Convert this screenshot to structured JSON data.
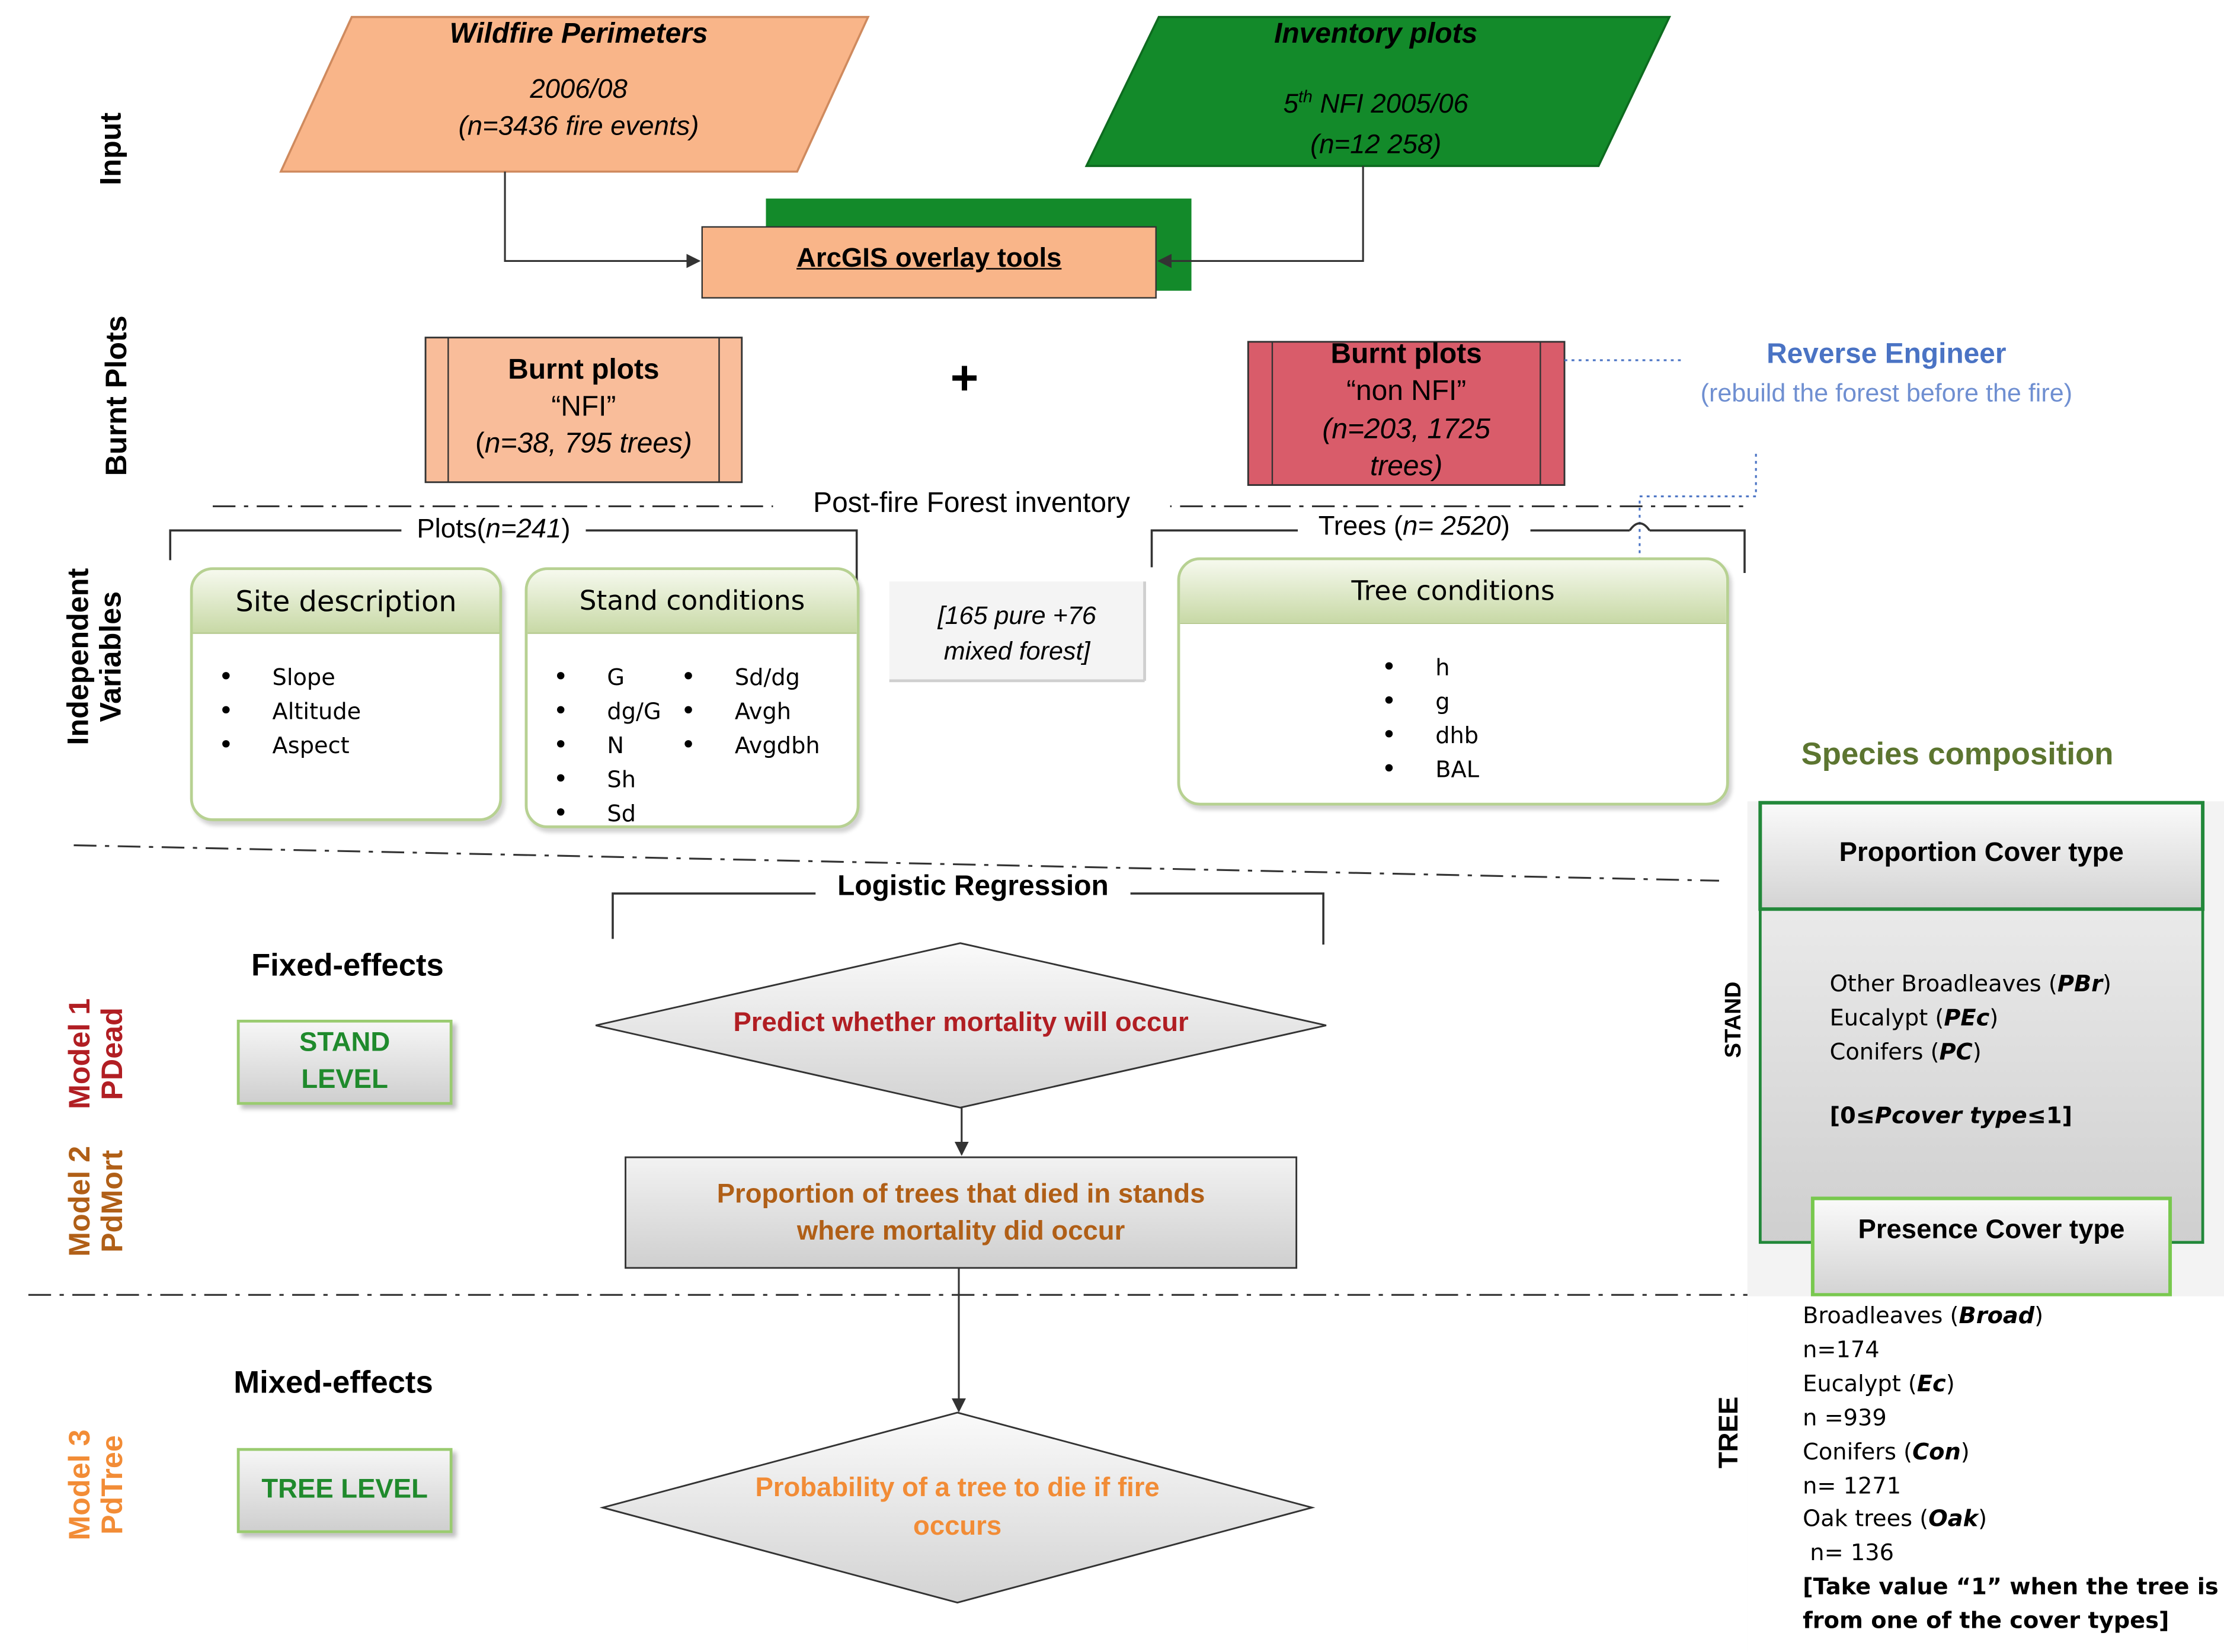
{
  "input": {
    "section_label": "Input",
    "wildfire": {
      "title": "Wildfire Perimeters",
      "line1": "2006/08",
      "line2": "(n=3436 fire events)"
    },
    "inventory": {
      "title": "Inventory plots",
      "line1_num": "5",
      "line1_sup": "th",
      "line1_rest": " NFI 2005/06",
      "line2": "(n=12 258)"
    },
    "tool": "ArcGIS overlay tools"
  },
  "burnt": {
    "section_label": "Burnt Plots",
    "nfi": {
      "title": "Burnt plots",
      "sub": "“NFI”",
      "detail_pre": "(",
      "detail_n": "n",
      "detail_post": "=38, 795 trees)"
    },
    "plus": "+",
    "non_nfi": {
      "title": "Burnt plots",
      "sub": "“non NFI”",
      "detail_line1": "(n=203, 1725",
      "detail_line2": "trees)"
    },
    "reverse": {
      "title": "Reverse Engineer",
      "subtitle": "(rebuild the forest before the fire)"
    }
  },
  "independent": {
    "section_label_1": "Independent",
    "section_label_2": "Variables",
    "divider_label": "Post-fire Forest inventory",
    "plots_label_pre": "Plots(",
    "plots_label_n": "n=241",
    "plots_label_post": ")",
    "trees_label_pre": "Trees (",
    "trees_label_n": "n= 2520",
    "trees_label_post": ")",
    "site": {
      "title": "Site description",
      "items": [
        "Slope",
        "Altitude",
        "Aspect"
      ]
    },
    "stand": {
      "title": "Stand conditions",
      "col1": [
        "G",
        "dg/G",
        "N",
        "Sh",
        "Sd"
      ],
      "col2": [
        "Sd/dg",
        "Avgh",
        "Avgdbh"
      ]
    },
    "mixed_note_line1": "[165 pure +76",
    "mixed_note_line2": "mixed forest]",
    "tree": {
      "title": "Tree conditions",
      "items": [
        "h",
        "g",
        "dhb",
        "BAL"
      ]
    }
  },
  "species": {
    "title": "Species composition",
    "proportion": {
      "title": "Proportion Cover type",
      "items": [
        {
          "name": "Other Broadleaves (",
          "code": "PBr",
          "close": ")"
        },
        {
          "name": "Eucalypt (",
          "code": "PEc",
          "close": ")"
        },
        {
          "name": "Conifers (",
          "code": "PC",
          "close": ")"
        }
      ],
      "range_pre": "[0≤",
      "range_code": "Pcover type",
      "range_post": "≤1]"
    },
    "presence": {
      "title": "Presence Cover type",
      "items": [
        {
          "name": "Broadleaves (",
          "code": "Broad",
          "close": ")",
          "count": "n=174"
        },
        {
          "name": "Eucalypt (",
          "code": "Ec",
          "close": ")",
          "count": "n =939"
        },
        {
          "name": "Conifers (",
          "code": "Con",
          "close": ")",
          "count": "n= 1271"
        },
        {
          "name": "Oak trees (",
          "code": "Oak",
          "close": ")",
          "count": " n= 136"
        }
      ],
      "note_line1": "[Take value “1” when the tree is",
      "note_line2": "from one of the cover types]"
    },
    "stand_label": "STAND",
    "tree_label": "TREE"
  },
  "models": {
    "regression_label": "Logistic Regression",
    "fixed_effects": "Fixed-effects",
    "mixed_effects": "Mixed-effects",
    "stand_level_1": "STAND",
    "stand_level_2": "LEVEL",
    "tree_level": "TREE LEVEL",
    "model1": {
      "line1": "Model 1",
      "line2": "PDead",
      "decision": "Predict whether mortality will occur"
    },
    "model2": {
      "line1": "Model 2",
      "line2": "PdMort",
      "box_line1": "Proportion of trees that died in stands",
      "box_line2": "where mortality did occur"
    },
    "model3": {
      "line1": "Model 3",
      "line2": "PdTree",
      "decision_line1": "Probability of a tree to die if fire",
      "decision_line2": "occurs"
    }
  },
  "colors": {
    "wildfire_fill": "#f9b589",
    "inventory_fill": "#138a2a",
    "non_nfi_fill": "#d95c6a",
    "model1": "#b11e23",
    "model2": "#b05f17",
    "model3": "#f28c36",
    "level_text": "#1f8a2c",
    "reverse_blue": "#4a73c4",
    "species_green": "#5c7530"
  }
}
